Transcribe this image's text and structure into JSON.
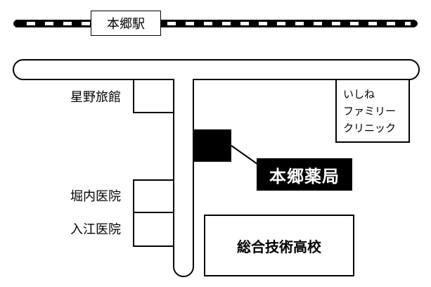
{
  "station": {
    "name": "本郷駅"
  },
  "pharmacy": {
    "name": "本郷薬局"
  },
  "buildings": {
    "hoshino_ryokan": "星野旅館",
    "horiuchi_clinic": "堀内医院",
    "irie_clinic": "入江医院",
    "school": "総合技術高校",
    "ishine_clinic": [
      "いしね",
      "ファミリー",
      "クリニック"
    ]
  }
}
